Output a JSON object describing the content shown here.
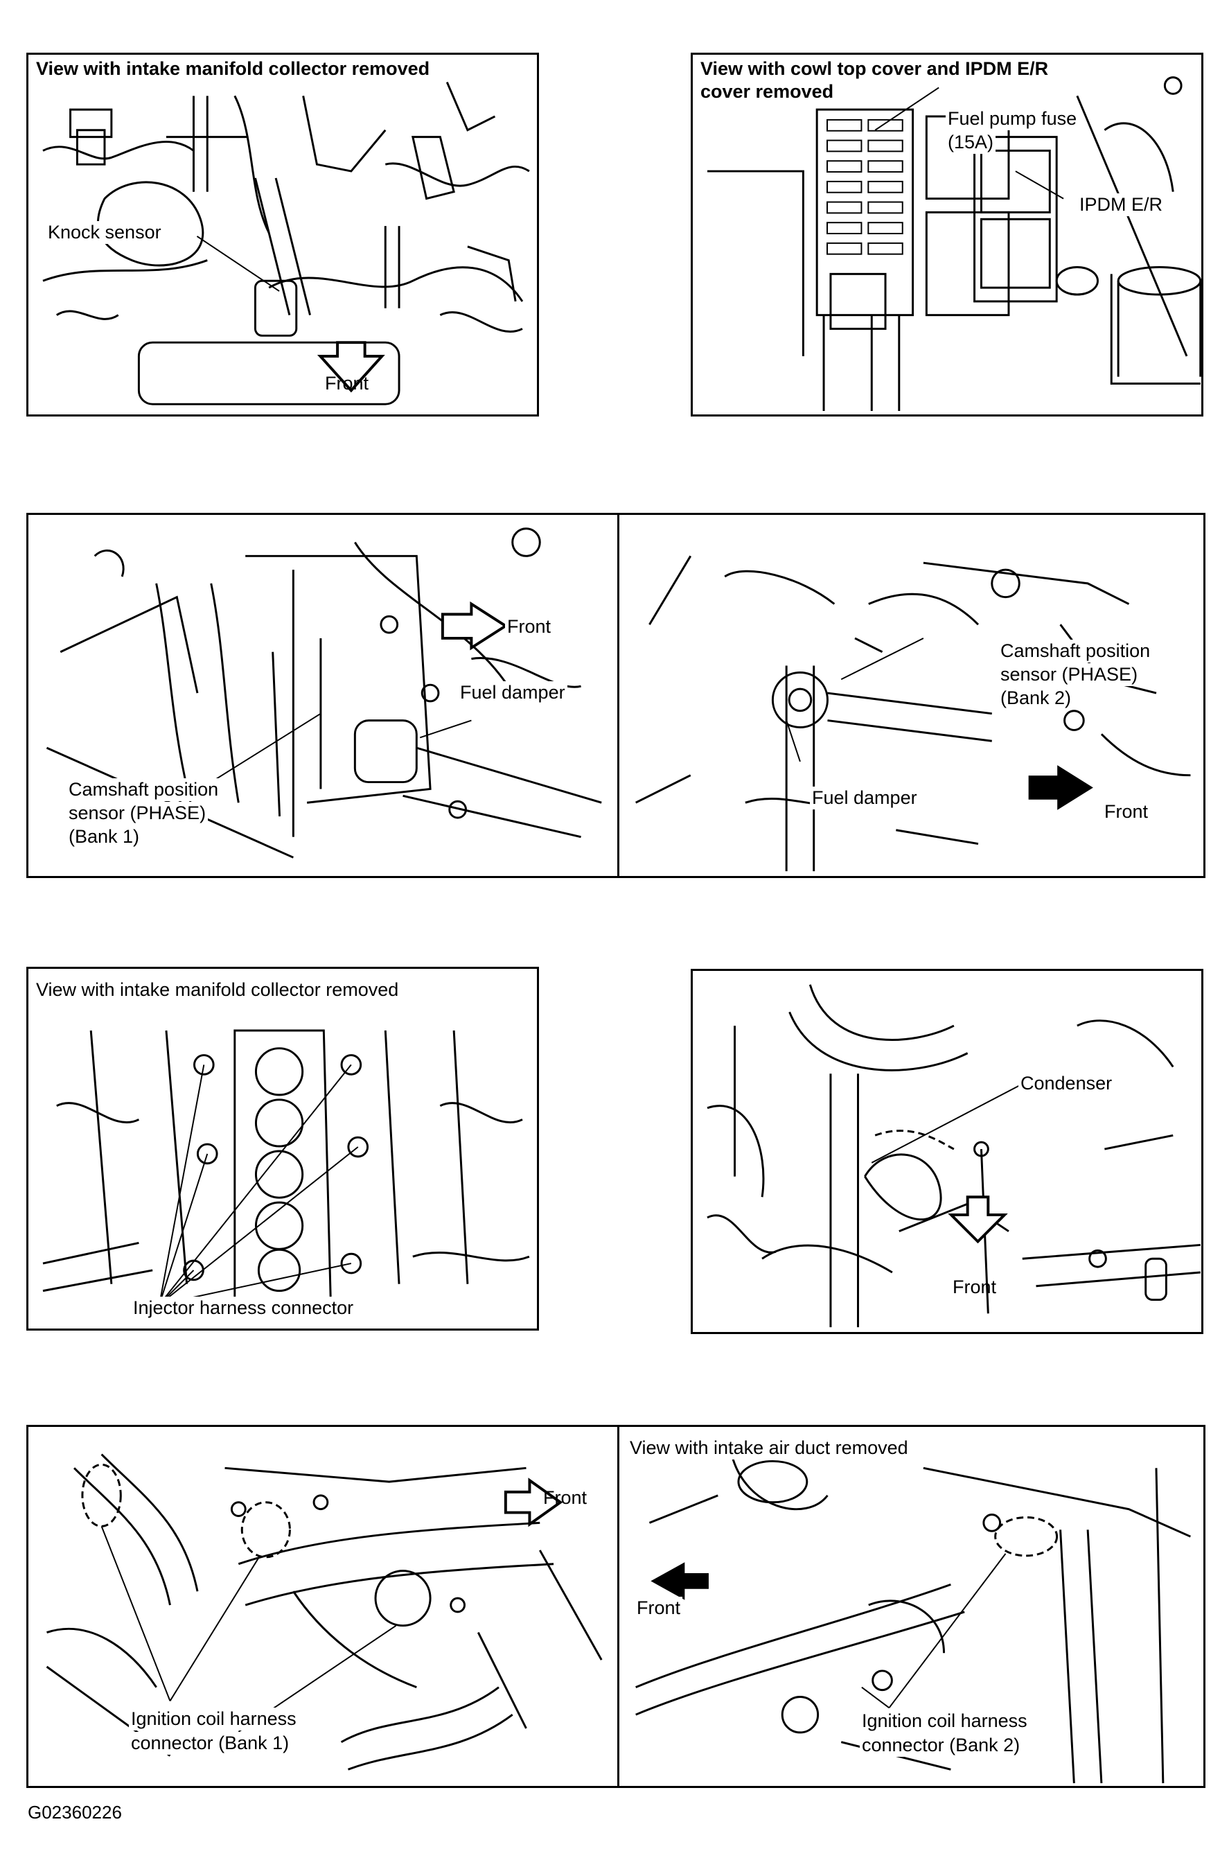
{
  "panels": {
    "p1": {
      "title": "View with intake manifold collector removed",
      "knock_sensor": "Knock sensor",
      "front": "Front"
    },
    "p2": {
      "title_line1": "View with cowl top cover and IPDM E/R",
      "title_line2": "cover removed",
      "fuse_line1": "Fuel pump fuse",
      "fuse_line2": "(15A)",
      "ipdm": "IPDM E/R"
    },
    "p3": {
      "front": "Front",
      "fuel_damper": "Fuel damper",
      "cam_line1": "Camshaft position",
      "cam_line2": "sensor (PHASE)",
      "cam_line3": "(Bank 1)"
    },
    "p4": {
      "cam_line1": "Camshaft position",
      "cam_line2": "sensor (PHASE)",
      "cam_line3": "(Bank 2)",
      "fuel_damper": "Fuel damper",
      "front": "Front"
    },
    "p5": {
      "title": "View with intake manifold collector removed",
      "injector": "Injector harness connector"
    },
    "p6": {
      "condenser": "Condenser",
      "front": "Front"
    },
    "p7": {
      "front": "Front",
      "ign_line1": "Ignition coil harness",
      "ign_line2": "connector (Bank 1)"
    },
    "p8": {
      "title": "View with intake air duct removed",
      "front": "Front",
      "ign_line1": "Ignition coil harness",
      "ign_line2": "connector (Bank 2)"
    }
  },
  "figure_code": "G02360226"
}
